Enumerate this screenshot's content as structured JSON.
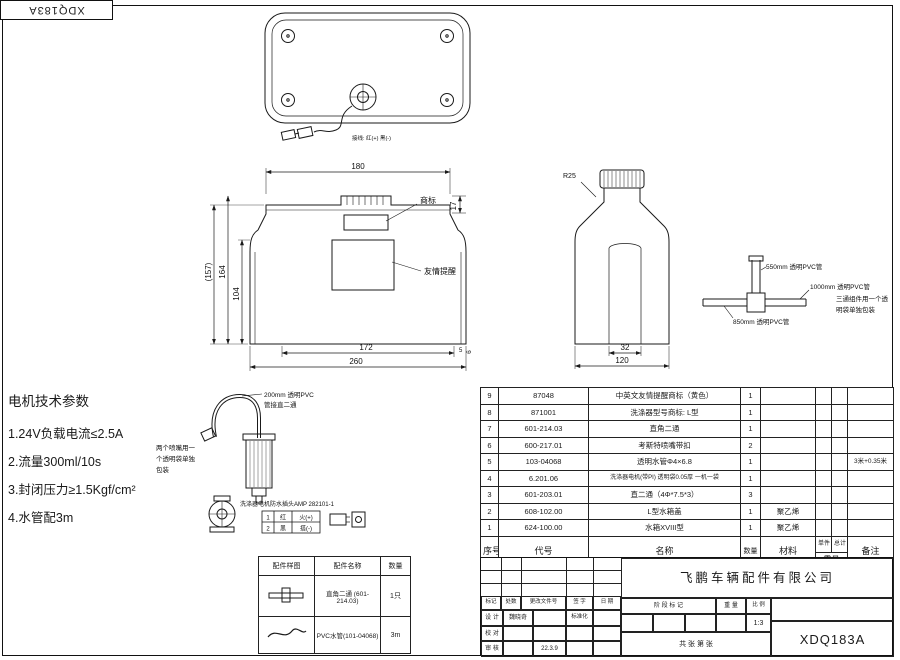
{
  "sheet": {
    "corner_label": "XDQ183A"
  },
  "top": {
    "note": "接线: 红(+) 黑(-)"
  },
  "front": {
    "d180": "180",
    "d17": "17",
    "d157": "(157)",
    "d164": "164",
    "d104": "104",
    "d172": "172",
    "d5": "5",
    "d260": "260",
    "d6": "6",
    "trademark": "商标",
    "reminder": "友情提醒"
  },
  "side": {
    "r25": "R25",
    "d32": "32",
    "d120": "120"
  },
  "pipes": {
    "p550": "550mm 透明PVC管",
    "p1000": "1000mm 透明PVC管",
    "p850": "850mm 透明PVC管",
    "tee1": "三通组件用一个透",
    "tee2": "明袋单独包装"
  },
  "nozzle": {
    "pipe1": "200mm 透明PVC",
    "pipe2": "管接直二通",
    "bag1": "两个喷嘴用一",
    "bag2": "个透明袋单独",
    "bag3": "包装",
    "plug": "洗涤器电机防水插头AMP 282101-1",
    "w1n": "1",
    "w1c": "红",
    "w1u": "火(+)",
    "w2n": "2",
    "w2c": "黑",
    "w2u": "搭(-)"
  },
  "motor_params": {
    "title": "电机技术参数",
    "items": [
      "1.24V负载电流≤2.5A",
      "2.流量300ml/10s",
      "3.封闭压力≥1.5Kgf/cm²",
      "4.水管配3m"
    ]
  },
  "parts_table": {
    "headers": [
      "配件样图",
      "配件名称",
      "数量"
    ],
    "rows": [
      {
        "name": "直角二通 (601-214.03)",
        "qty": "1只"
      },
      {
        "name": "PVC水管(101-04068)",
        "qty": "3m"
      }
    ]
  },
  "bom": {
    "headers": {
      "seq": "序号",
      "code": "代号",
      "name": "名称",
      "qty": "数量",
      "material": "材料",
      "unit": "单件",
      "total": "总计",
      "weight": "重量",
      "remark": "备注"
    },
    "rows": [
      {
        "seq": "9",
        "code": "87048",
        "name": "中英文友情提醒商标（黄色）",
        "qty": "1",
        "material": "",
        "remark": ""
      },
      {
        "seq": "8",
        "code": "871001",
        "name": "洗涤器型号商标: L型",
        "qty": "1",
        "material": "",
        "remark": ""
      },
      {
        "seq": "7",
        "code": "601-214.03",
        "name": "直角二通",
        "qty": "1",
        "material": "",
        "remark": ""
      },
      {
        "seq": "6",
        "code": "600-217.01",
        "name": "考斯特喷嘴带扣",
        "qty": "2",
        "material": "",
        "remark": ""
      },
      {
        "seq": "5",
        "code": "103-04068",
        "name": "透明水管Φ4×6.8",
        "qty": "1",
        "material": "",
        "remark": "3米+0.35米"
      },
      {
        "seq": "4",
        "code": "6.201.06",
        "name": "洗涤器电机(带PI) 透明袋0.05厚 一机一袋",
        "qty": "1",
        "material": "",
        "remark": ""
      },
      {
        "seq": "3",
        "code": "601-203.01",
        "name": "直二通（4Φ*7.5*3）",
        "qty": "3",
        "material": "",
        "remark": ""
      },
      {
        "seq": "2",
        "code": "608-102.00",
        "name": "L型水箱盖",
        "qty": "1",
        "material": "聚乙烯",
        "remark": ""
      },
      {
        "seq": "1",
        "code": "624-100.00",
        "name": "水箱XVIII型",
        "qty": "1",
        "material": "聚乙烯",
        "remark": ""
      }
    ]
  },
  "title_block": {
    "company": "飞鹏车辆配件有限公司",
    "drawing_no": "XDQ183A",
    "r1": [
      "标记",
      "处数",
      "更改文件号",
      "签 字",
      "日 期"
    ],
    "design": "设 计",
    "designer": "魏晓奇",
    "standardize": "标准化",
    "check": "校 对",
    "audit": "审 核",
    "date": "22.3.9",
    "stage": "阶 段 标 记",
    "weight": "重 量",
    "scale_label": "比 例",
    "scale": "1:3",
    "sheets": "共  张  第  张"
  }
}
